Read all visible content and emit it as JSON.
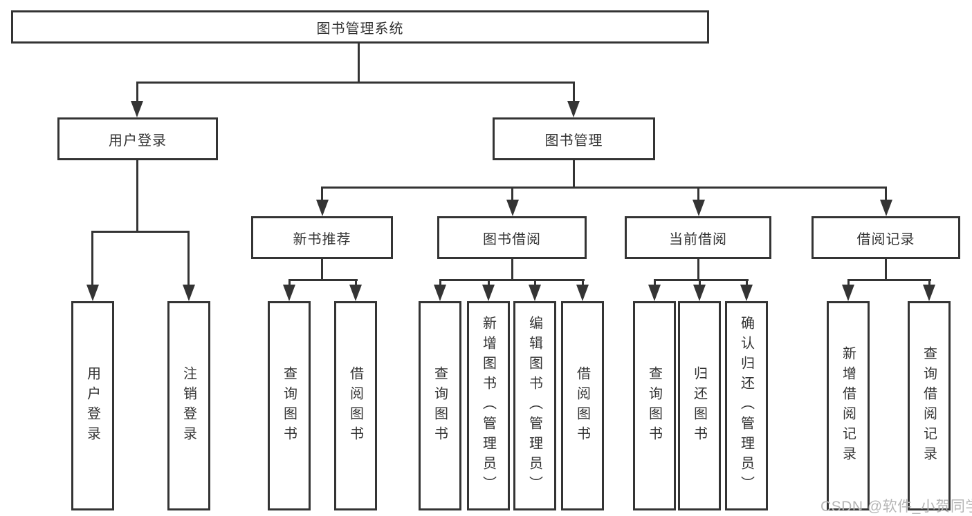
{
  "diagram_title": "图书管理系统",
  "tree": {
    "label": "图书管理系统",
    "children": [
      {
        "label": "用户登录",
        "children": [
          {
            "label": "用户登录"
          },
          {
            "label": "注销登录"
          }
        ]
      },
      {
        "label": "图书管理",
        "children": [
          {
            "label": "新书推荐",
            "children": [
              {
                "label": "查询图书"
              },
              {
                "label": "借阅图书"
              }
            ]
          },
          {
            "label": "图书借阅",
            "children": [
              {
                "label": "查询图书"
              },
              {
                "label": "新增图书（管理员）"
              },
              {
                "label": "编辑图书（管理员）"
              },
              {
                "label": "借阅图书"
              }
            ]
          },
          {
            "label": "当前借阅",
            "children": [
              {
                "label": "查询图书"
              },
              {
                "label": "归还图书"
              },
              {
                "label": "确认归还（管理员）"
              }
            ]
          },
          {
            "label": "借阅记录",
            "children": [
              {
                "label": "新增借阅记录"
              },
              {
                "label": "查询借阅记录"
              }
            ]
          }
        ]
      }
    ]
  },
  "watermark": {
    "text": "CSDN @软件_小贺同学"
  },
  "colors": {
    "line": "#343434",
    "text": "#333333",
    "watermark": "#b5b5b5",
    "background": "#ffffff"
  }
}
